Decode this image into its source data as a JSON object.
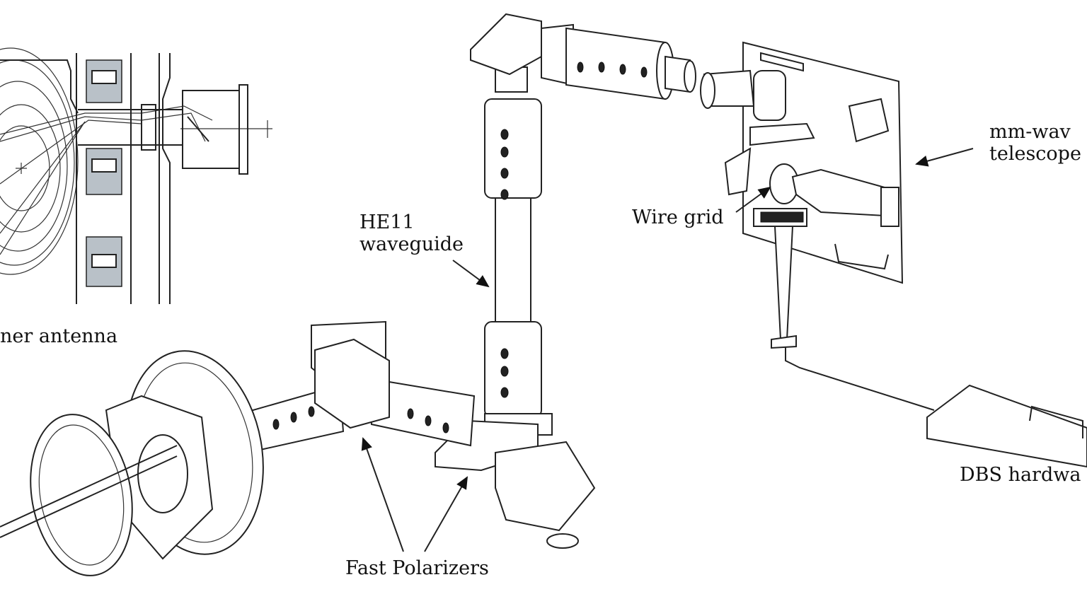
{
  "labels": {
    "inner_antenna": "ner antenna",
    "he11_line1": "HE11",
    "he11_line2": "waveguide",
    "wire_grid": "Wire grid",
    "telescope_line1": "mm-wav",
    "telescope_line2": "telescope",
    "fast_polarizers": "Fast Polarizers",
    "dbs_hardware": "DBS hardwa"
  },
  "colors": {
    "line": "#222222",
    "coil_fill": "#b9c1c8",
    "background": "#ffffff"
  }
}
